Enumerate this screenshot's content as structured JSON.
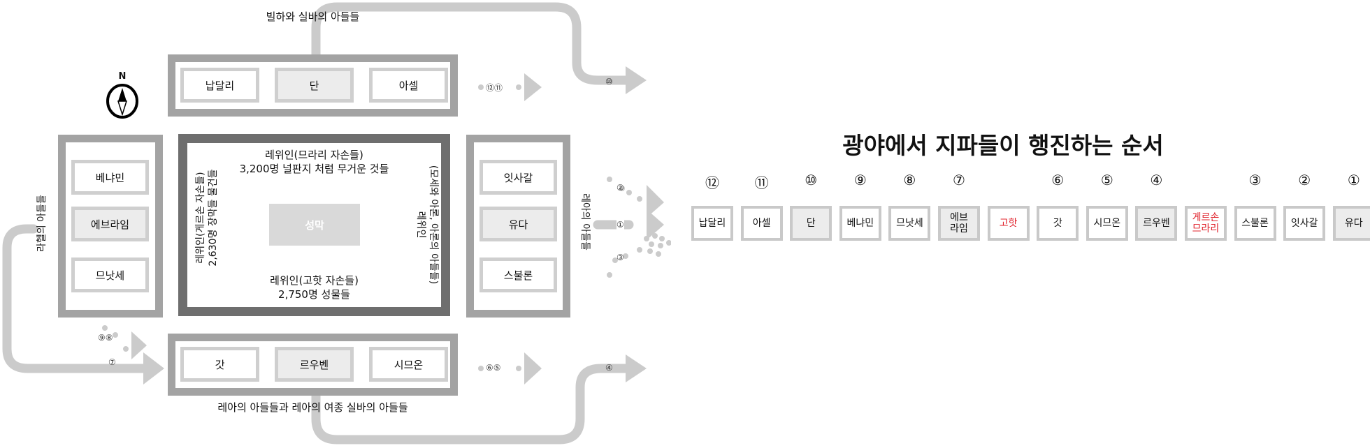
{
  "top_group": {
    "caption": "빌하와 실바의 아들들",
    "tribes": [
      {
        "name": "납달리",
        "shaded": false
      },
      {
        "name": "단",
        "shaded": true
      },
      {
        "name": "아셀",
        "shaded": false
      }
    ],
    "exit_label": "⑫⑪"
  },
  "left_group": {
    "caption": "라헬의 아들들",
    "tribes": [
      {
        "name": "베냐민",
        "shaded": false
      },
      {
        "name": "에브라임",
        "shaded": true
      },
      {
        "name": "므낫세",
        "shaded": false
      }
    ]
  },
  "right_group": {
    "caption": "레아의 아들들",
    "tribes": [
      {
        "name": "잇사갈",
        "shaded": false
      },
      {
        "name": "유다",
        "shaded": true
      },
      {
        "name": "스불론",
        "shaded": false
      }
    ]
  },
  "bottom_group": {
    "caption": "레아의 아들들과 레아의 여종 실바의 아들들",
    "tribes": [
      {
        "name": "갓",
        "shaded": false
      },
      {
        "name": "르우벤",
        "shaded": true
      },
      {
        "name": "시므온",
        "shaded": false
      }
    ],
    "exit_label": "⑥⑤"
  },
  "compass": {
    "label": "N"
  },
  "tabernacle": {
    "center": "성막",
    "north_line1": "레위인(므라리 자손들)",
    "north_line2": "3,200명 널판지 처럼 무거운 것들",
    "south_line1": "레위인(고핫 자손들)",
    "south_line2": "2,750명 성물들",
    "west_line1": "레위인(게르손 자손들)",
    "west_line2": "2,630명 장막들 물건들",
    "east_line1": "(모세와 아론, 아론의 아들들)",
    "east_line2": "레위인"
  },
  "routes": {
    "r10": "⑩",
    "r4": "④",
    "r7": "⑦",
    "r98": "⑨⑧",
    "r1": "①",
    "r2": "②",
    "r3": "③"
  },
  "order": {
    "title": "광야에서 지파들이 행진하는 순서",
    "items": [
      {
        "num": "⑫",
        "name": "납달리",
        "style": "plain"
      },
      {
        "num": "⑪",
        "name": "아셀",
        "style": "plain"
      },
      {
        "num": "⑩",
        "name": "단",
        "style": "shaded"
      },
      {
        "num": "⑨",
        "name": "베냐민",
        "style": "plain"
      },
      {
        "num": "⑧",
        "name": "므낫세",
        "style": "plain"
      },
      {
        "num": "⑦",
        "name": "에브\n라임",
        "style": "shaded"
      },
      {
        "num": "",
        "name": "고핫",
        "style": "red"
      },
      {
        "num": "⑥",
        "name": "갓",
        "style": "plain"
      },
      {
        "num": "⑤",
        "name": "시므온",
        "style": "plain"
      },
      {
        "num": "④",
        "name": "르우벤",
        "style": "shaded"
      },
      {
        "num": "",
        "name": "게르손\n므라리",
        "style": "red"
      },
      {
        "num": "③",
        "name": "스불론",
        "style": "plain"
      },
      {
        "num": "②",
        "name": "잇사갈",
        "style": "plain"
      },
      {
        "num": "①",
        "name": "유다",
        "style": "shaded"
      }
    ]
  },
  "colors": {
    "arrow": "#c8c8c8",
    "frame": "#a3a3a3",
    "tabernacle": "#6e6e6e",
    "red": "#e0202a"
  }
}
